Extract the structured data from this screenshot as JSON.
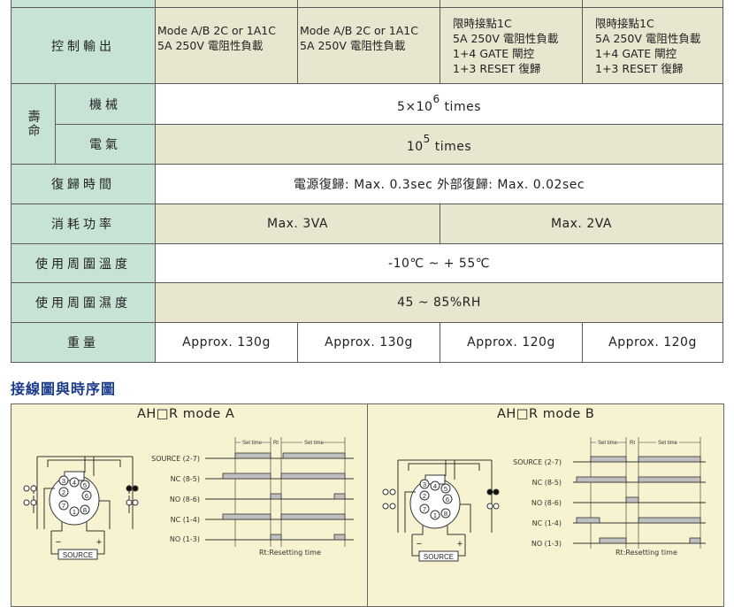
{
  "table": {
    "control_output": {
      "label": "控制輸出",
      "col1": [
        "Mode A/B 2C or 1A1C",
        "5A 250V 電阻性負載"
      ],
      "col2": [
        "Mode A/B 2C or 1A1C",
        "5A 250V 電阻性負載"
      ],
      "col3": [
        "限時接點1C",
        "5A 250V  電阻性負載",
        "1+4 GATE 閘控",
        "1+3 RESET 復歸"
      ],
      "col4": [
        "限時接點1C",
        "5A 250V  電阻性負載",
        "1+4 GATE 閘控",
        "1+3 RESET 復歸"
      ]
    },
    "life": {
      "label": "壽命",
      "mechanical": {
        "label": "機械",
        "base": "5×10",
        "exp": "6",
        "unit": " times"
      },
      "electrical": {
        "label": "電氣",
        "base": "10",
        "exp": "5",
        "unit": " times"
      }
    },
    "reset_time": {
      "label": "復歸時間",
      "value": "電源復歸: Max. 0.3sec  外部復歸: Max. 0.02sec"
    },
    "power": {
      "label": "消耗功率",
      "left": "Max. 3VA",
      "right": "Max. 2VA"
    },
    "temperature": {
      "label": "使用周圍溫度",
      "value": "-10℃ ~ + 55℃"
    },
    "humidity": {
      "label": "使用周圍濕度",
      "value": "45 ~ 85%RH"
    },
    "weight": {
      "label": "重量",
      "values": [
        "Approx. 130g",
        "Approx. 130g",
        "Approx. 120g",
        "Approx. 120g"
      ]
    }
  },
  "section_heading": "接線圖與時序圖",
  "diagram_a": {
    "title": "AH□R mode A",
    "signals": [
      "SOURCE  (2-7)",
      "NC  (8-5)",
      "NO  (8-6)",
      "NC  (1-4)",
      "NO  (1-3)"
    ],
    "set_time": "Set time",
    "rt": "Rt",
    "rt_caption": "Rt:Resetting time",
    "source_label": "SOURCE",
    "minus": "−",
    "plus": "+",
    "pins": [
      "1",
      "2",
      "3",
      "4",
      "5",
      "6",
      "7",
      "8"
    ]
  },
  "diagram_b": {
    "title": "AH□R mode B",
    "signals": [
      "SOURCE  (2-7)",
      "NC  (8-5)",
      "NO  (8-6)",
      "NC  (1-4)",
      "NO  (1-3)"
    ],
    "set_time": "Set time",
    "rt": "Rt",
    "rt_caption": "Rt:Resetting time",
    "source_label": "SOURCE",
    "minus": "−",
    "plus": "+",
    "pins": [
      "1",
      "2",
      "3",
      "4",
      "5",
      "6",
      "7",
      "8"
    ]
  }
}
